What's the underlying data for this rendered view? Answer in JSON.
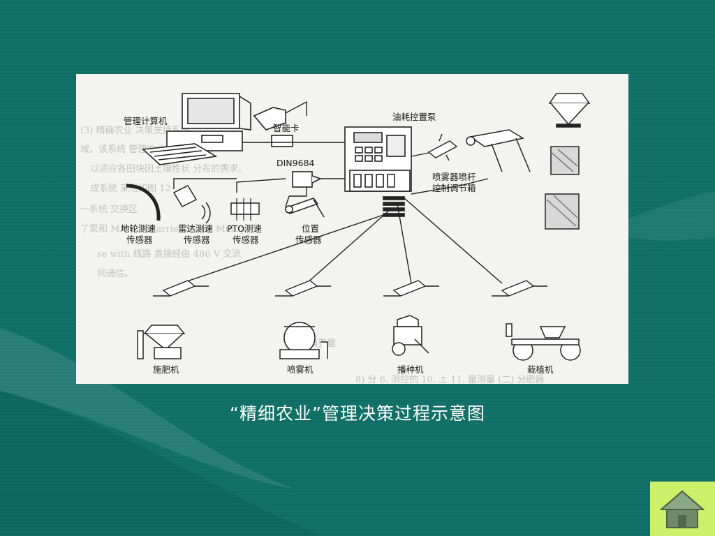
{
  "slide": {
    "caption": "“精细农业”管理决策过程示意图",
    "background_color": "#0f6f66",
    "panel_color": "#f3f3f1",
    "home_button_color": "#ccf06a"
  },
  "diagram": {
    "labels": {
      "computer": "管理计算机",
      "smart_card": "智能卡",
      "fuel_pump": "油耗控置泵",
      "din": "DIN9684",
      "sprayer_controller_1": "喷雾器喷杆",
      "sprayer_controller_2": "控制调节箱",
      "wheel_sensor_1": "地轮测速",
      "wheel_sensor_2": "传感器",
      "radar_sensor_1": "雷达测速",
      "radar_sensor_2": "传感器",
      "pto_sensor_1": "PTO测速",
      "pto_sensor_2": "传感器",
      "position_sensor_1": "位置",
      "position_sensor_2": "传感器",
      "fertilizer": "施肥机",
      "sprayer": "喷雾机",
      "seeder": "播种机",
      "planter": "栽植机"
    }
  },
  "icons": {
    "home": "home-icon"
  }
}
